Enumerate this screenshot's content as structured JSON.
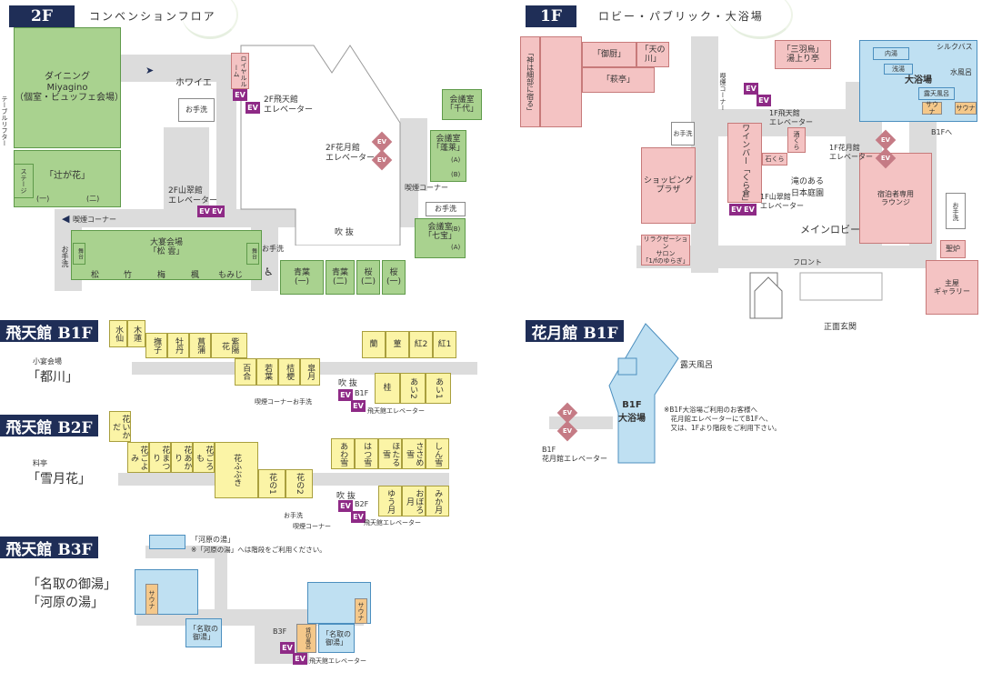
{
  "floor2f": {
    "badge": "2F",
    "title": "コンベンションフロア",
    "rooms": {
      "dining": "ダイニング\nMiyagino\n（個室・ビュッフェ会場）",
      "tsujigahana": "「辻が花」",
      "tsujigahana_1": "(一)",
      "tsujigahana_2": "(二)",
      "stage": "ステージ",
      "daienkai": "大宴会場\n「松 雲」",
      "matsu": "松",
      "take": "竹",
      "ume": "梅",
      "kaede": "楓",
      "momiji": "もみじ",
      "butai1": "舞台",
      "butai2": "舞台",
      "chiyo": "会議室\n「千代」",
      "horai": "会議室\n「蓬莱」",
      "horai_a": "(A)",
      "horai_b": "(B)",
      "shichiho": "会議室\n「七宝」",
      "shichiho_b": "(B)",
      "shichiho_a": "(A)",
      "aoba1": "青葉\n(一)",
      "aoba2": "青葉\n(二)",
      "sakura2": "桜\n(二)",
      "sakura1": "桜\n(一)",
      "foyer": "ホワイエ",
      "royal": "ロイヤルルーム",
      "fukinuke": "吹 抜",
      "table_lifter": "テーブルリフター"
    },
    "labels": {
      "otearai1": "お手洗",
      "otearai2": "お手洗",
      "otearai3": "お手洗",
      "otearai4": "お手洗",
      "hiten_ev": "2F飛天館\nエレベーター",
      "kagetsu_ev": "2F花月館\nエレベーター",
      "sansui_ev": "2F山翠館\nエレベーター",
      "smoking1": "喫煙コーナー",
      "smoking2": "喫煙コーナー"
    }
  },
  "floor1f": {
    "badge": "1F",
    "title": "ロビー・パブリック・大浴場",
    "rooms": {
      "gochu": "「御厨」",
      "amanogawa": "「天の川」",
      "shuutei": "「萩亭」",
      "kami": "「神は細部に宿る」",
      "shopping": "ショッピング\nプラザ",
      "winebar": "ワインバー「くら倉」",
      "sakekura": "酒くら",
      "ishikura": "石くら",
      "relax": "リラクゼーション\nサロン\n「1/fのゆらぎ」",
      "sanbagarasu": "「三羽烏」\n湯上り亭",
      "uchiyu": "内湯",
      "asayu": "浅湯",
      "daiyokujo": "大浴場",
      "rotenburo": "露天風呂",
      "sauna1": "サウナ",
      "sauna2": "サウナ",
      "guest_lounge": "宿泊者専用\nラウンジ",
      "seiro": "聖炉",
      "gallery": "主屋\nギャラリー",
      "main_lobby": "メインロビー",
      "garden": "滝のある\n日本庭園",
      "front": "フロント"
    },
    "labels": {
      "silkbath": "シルクバス",
      "suifuro": "水風呂",
      "hiten_ev": "1F飛天館\nエレベーター",
      "sansui_ev": "1F山翠館\nエレベーター",
      "kagetsu_ev": "1F花月館\nエレベーター",
      "smoking": "喫煙コーナー",
      "otearai1": "お手洗",
      "otearai2": "お手洗",
      "to_b1f": "B1Fへ",
      "entrance": "正面玄関"
    }
  },
  "hiten_b1f": {
    "badge": "飛天館 B1F",
    "venue_caption": "小宴会場",
    "venue": "「都川」",
    "rooms": [
      "水仙",
      "木蓮",
      "撫子",
      "牡丹",
      "菖蒲",
      "紫陽花",
      "百合",
      "若葉",
      "桔梗",
      "皐月",
      "蘭",
      "菫",
      "紅2",
      "紅1",
      "桂",
      "あい2",
      "あい1"
    ],
    "fukinuke": "吹 抜",
    "floor_tag": "B1F",
    "smoking": "喫煙コーナー",
    "otearai": "お手洗",
    "ev_label": "飛天館エレベーター"
  },
  "hiten_b2f": {
    "badge": "飛天館 B2F",
    "venue_caption": "料亭",
    "venue": "「雪月花」",
    "rooms": [
      "花いかだ",
      "花ごよみ",
      "花まつり",
      "花あかり",
      "花ごろも",
      "花ふぶき",
      "花の1",
      "花の2",
      "あわ雪",
      "はつ雪",
      "ほたる雪",
      "ささめ雪",
      "しん雪",
      "ゆう月",
      "おぼろ月",
      "みか月"
    ],
    "fukinuke": "吹 抜",
    "floor_tag": "B2F",
    "smoking": "喫煙コーナー",
    "otearai": "お手洗",
    "ev_label": "飛天館エレベーター"
  },
  "hiten_b3f": {
    "badge": "飛天館 B3F",
    "venue1": "「名取の御湯」",
    "venue2": "「河原の湯」",
    "kawara_label": "「河原の湯」",
    "kawara_note": "※「河原の湯」へは階段をご利用ください。",
    "natori1": "「名取の\n御湯」",
    "natori2": "「名取の\n御湯」",
    "sauna1": "サウナ",
    "sauna2": "サウナ",
    "kashikiri": "貸切風呂",
    "floor_tag": "B3F",
    "ev_label": "飛天館エレベーター"
  },
  "kagetsu_b1f": {
    "badge": "花月館 B1F",
    "rotenburo": "露天風呂",
    "daiyokujo": "B1F\n大浴場",
    "ev_label": "B1F\n花月館エレベーター",
    "note": "※B1F大浴場ご利用のお客様へ\n　花月館エレベーターにてB1Fへ、\n　又は、1Fより階段をご利用下さい。"
  },
  "ev": "EV",
  "colors": {
    "badge": "#1f2e57",
    "green": "#a9d28f",
    "pink": "#f4c3c3",
    "yellow": "#fbf4a6",
    "blue": "#bfe0f2",
    "elevator": "#8e2a86",
    "elevator_kagetsu": "#c57b85",
    "corridor": "#dcdcdc"
  }
}
